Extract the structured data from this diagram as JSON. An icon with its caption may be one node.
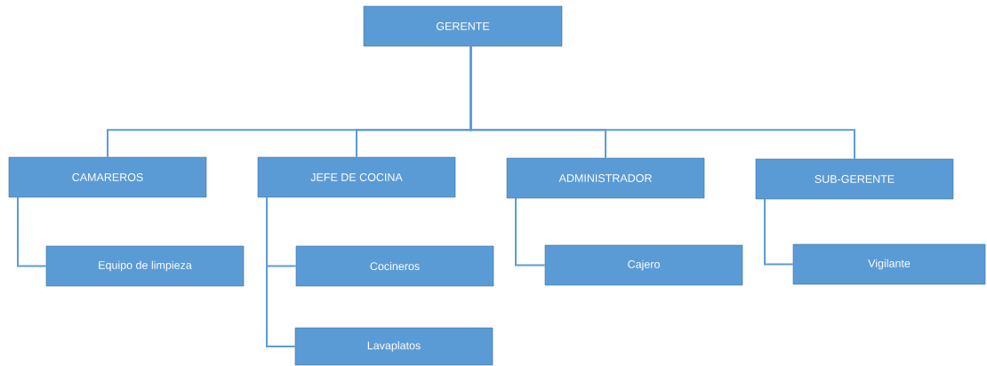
{
  "diagram": {
    "nodes": [
      {
        "text": [
          "GERENTE"
        ]
      },
      {
        "text": [
          "CAMAREROS"
        ]
      },
      {
        "text": [
          "JEFE DE COCINA"
        ]
      },
      {
        "text": [
          "ADMINISTRADOR"
        ]
      },
      {
        "text": [
          "SUB-GERENTE"
        ]
      },
      {
        "text": [
          "Equipo de limpieza"
        ]
      },
      {
        "text": [
          "Cocineros"
        ]
      },
      {
        "text": [
          "Lavaplatos"
        ]
      },
      {
        "text": [
          "Cajero"
        ]
      },
      {
        "text": [
          "Vigilante"
        ]
      }
    ],
    "edges": [
      {
        "from": 0,
        "to": 1,
        "arrow": "none"
      },
      {
        "from": 0,
        "to": 2,
        "arrow": "none"
      },
      {
        "from": 0,
        "to": 3,
        "arrow": "none"
      },
      {
        "from": 0,
        "to": 4,
        "arrow": "none"
      },
      {
        "from": 1,
        "to": 5,
        "arrow": "none"
      },
      {
        "from": 2,
        "to": 6,
        "arrow": "none"
      },
      {
        "from": 2,
        "to": 7,
        "arrow": "none"
      },
      {
        "from": 3,
        "to": 8,
        "arrow": "none"
      },
      {
        "from": 4,
        "to": 9,
        "arrow": "none"
      }
    ]
  }
}
